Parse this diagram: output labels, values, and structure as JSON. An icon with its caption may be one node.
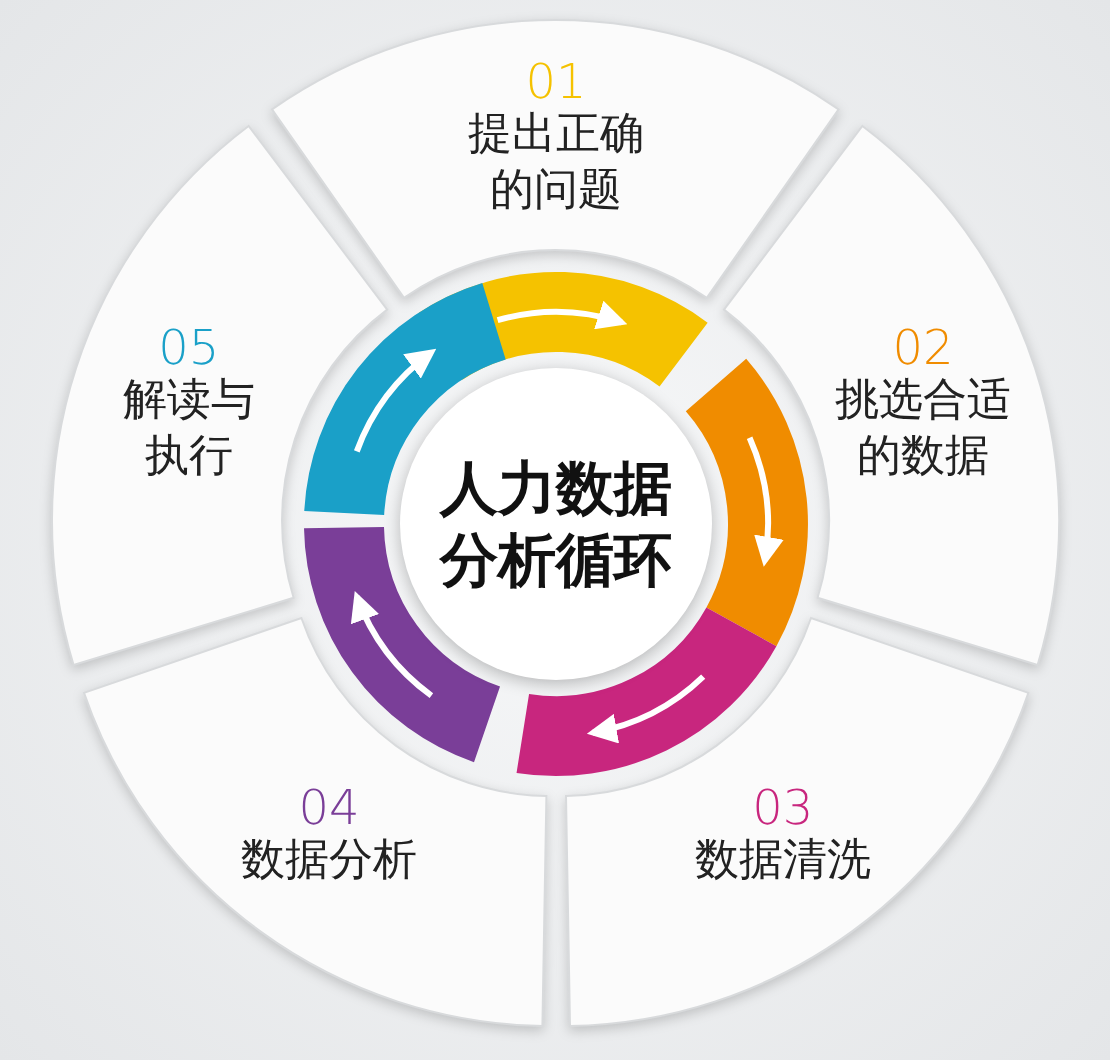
{
  "diagram": {
    "nodes": [
      {
        "text": [
          "01",
          "提出正确的问题"
        ]
      },
      {
        "text": [
          "02",
          "挑选合适的数据"
        ]
      },
      {
        "text": [
          "03",
          "数据清洗"
        ]
      },
      {
        "text": [
          "04",
          "数据分析"
        ]
      },
      {
        "text": [
          "05",
          "解读与执行"
        ]
      },
      {
        "text": [
          "人力数据分析循环"
        ]
      }
    ]
  }
}
